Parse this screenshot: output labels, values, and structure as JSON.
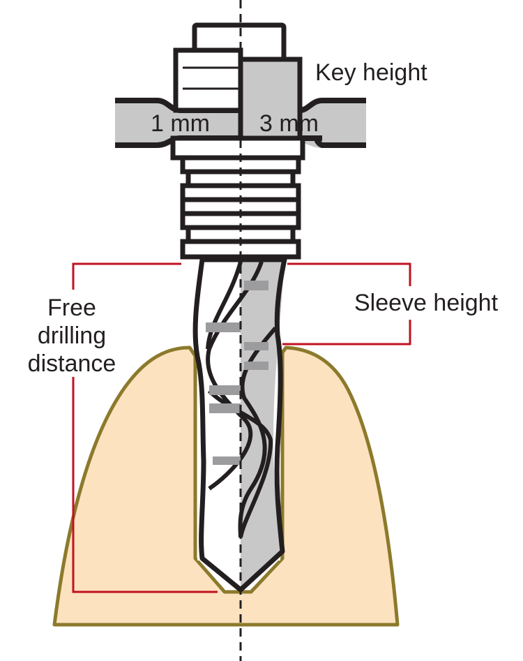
{
  "labels": {
    "key_height": "Key height",
    "left_thickness": "1 mm",
    "right_thickness": "3 mm",
    "free_drilling_distance": [
      "Free",
      "drilling",
      "distance"
    ],
    "sleeve_height": "Sleeve height"
  },
  "colors": {
    "outline": "#231f20",
    "metal_gray": "#c8c8c9",
    "bone_fill": "#fde2c0",
    "bone_outline": "#8c7a2c",
    "bracket_red": "#c1121f"
  }
}
